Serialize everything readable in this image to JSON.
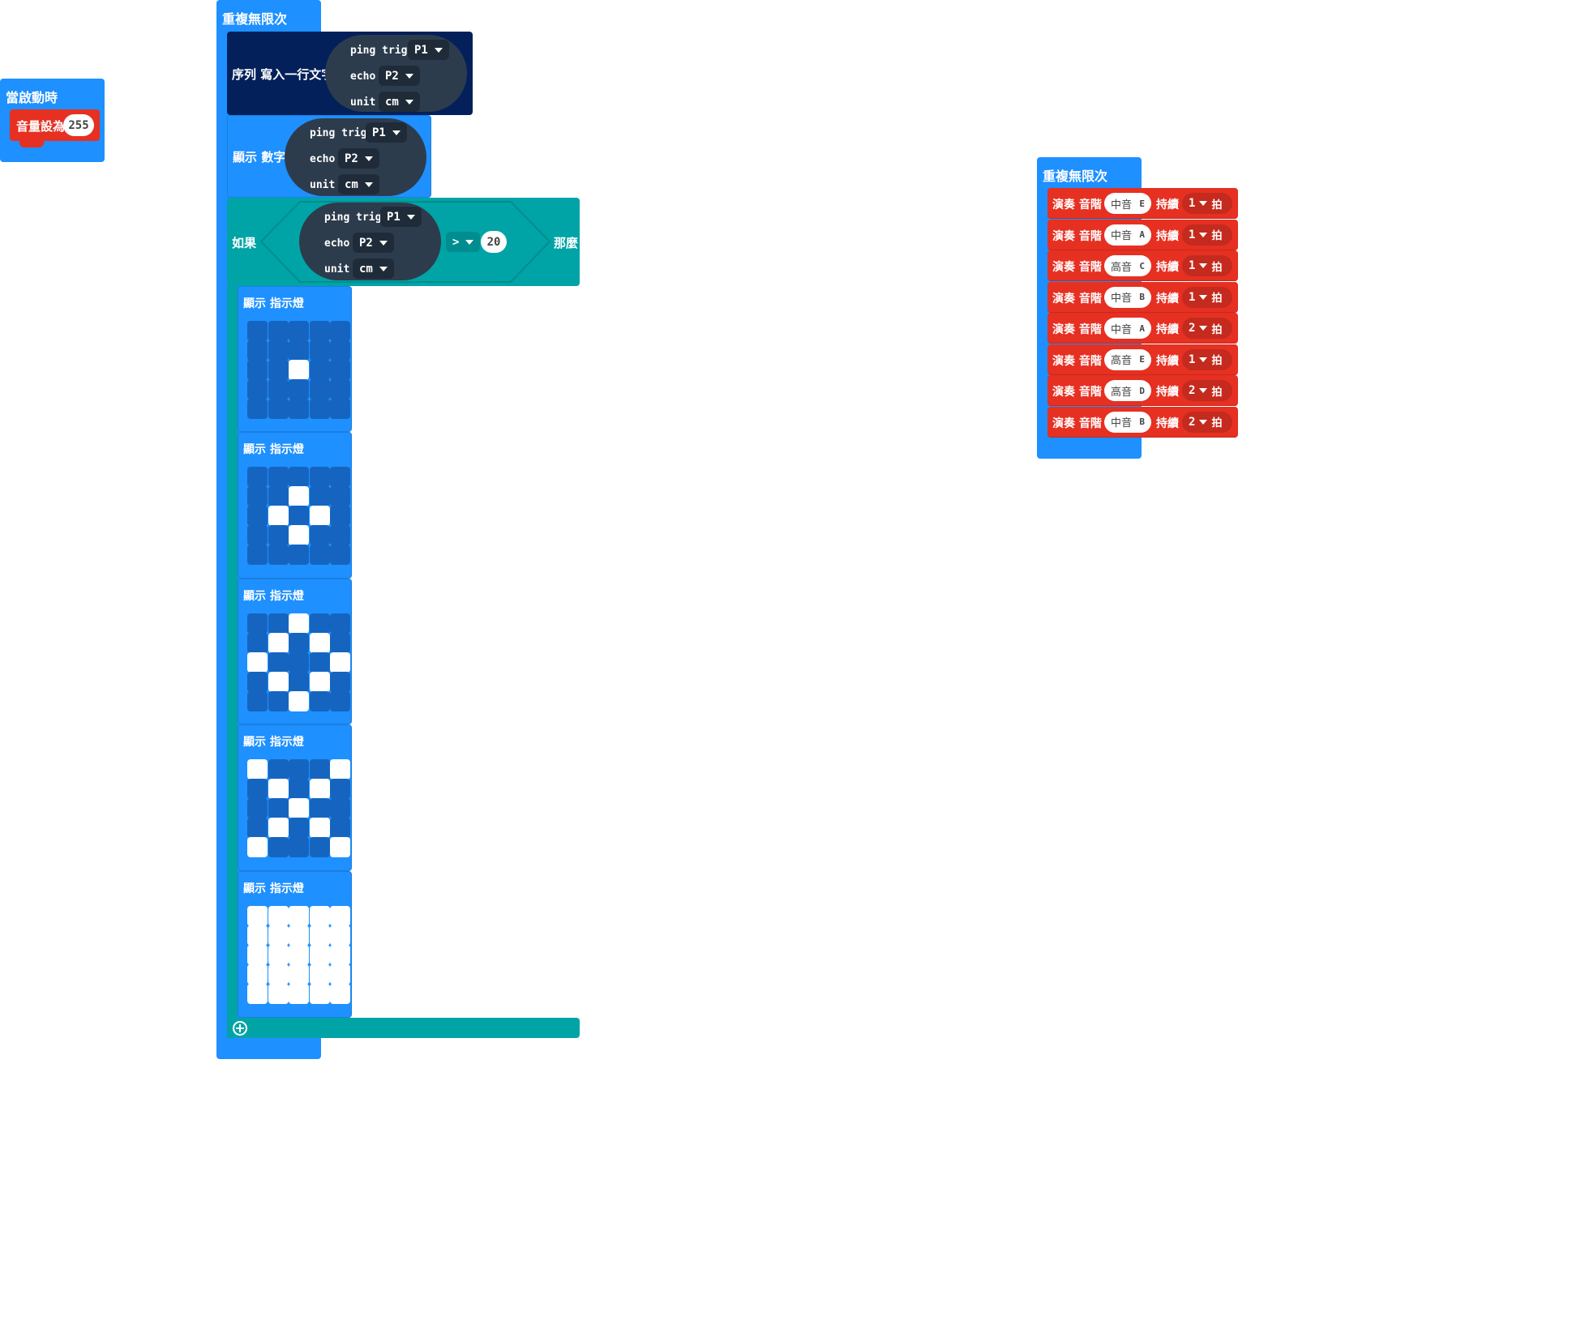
{
  "on_start": {
    "hat_label": "當啟動時",
    "set_volume_label": "音量設為",
    "volume_value": "255"
  },
  "forever_main": {
    "hat_label": "重複無限次",
    "serial": {
      "label": "序列 寫入一行文字"
    },
    "show_number": {
      "label": "顯示 數字"
    },
    "ping": {
      "trig_label": "ping trig",
      "trig_pin": "P1",
      "echo_label": "echo",
      "echo_pin": "P2",
      "unit_label": "unit",
      "unit_value": "cm"
    },
    "if": {
      "label": "如果",
      "then_label": "那麼",
      "operator": ">",
      "compare_value": "20"
    },
    "show_leds_label": "顯示 指示燈",
    "led_patterns": [
      [
        [
          0,
          0,
          0,
          0,
          0
        ],
        [
          0,
          0,
          0,
          0,
          0
        ],
        [
          0,
          0,
          1,
          0,
          0
        ],
        [
          0,
          0,
          0,
          0,
          0
        ],
        [
          0,
          0,
          0,
          0,
          0
        ]
      ],
      [
        [
          0,
          0,
          0,
          0,
          0
        ],
        [
          0,
          0,
          1,
          0,
          0
        ],
        [
          0,
          1,
          0,
          1,
          0
        ],
        [
          0,
          0,
          1,
          0,
          0
        ],
        [
          0,
          0,
          0,
          0,
          0
        ]
      ],
      [
        [
          0,
          0,
          1,
          0,
          0
        ],
        [
          0,
          1,
          0,
          1,
          0
        ],
        [
          1,
          0,
          0,
          0,
          1
        ],
        [
          0,
          1,
          0,
          1,
          0
        ],
        [
          0,
          0,
          1,
          0,
          0
        ]
      ],
      [
        [
          1,
          0,
          0,
          0,
          1
        ],
        [
          0,
          1,
          0,
          1,
          0
        ],
        [
          0,
          0,
          1,
          0,
          0
        ],
        [
          0,
          1,
          0,
          1,
          0
        ],
        [
          1,
          0,
          0,
          0,
          1
        ]
      ],
      [
        [
          1,
          1,
          1,
          1,
          1
        ],
        [
          1,
          1,
          1,
          1,
          1
        ],
        [
          1,
          1,
          1,
          1,
          1
        ],
        [
          1,
          1,
          1,
          1,
          1
        ],
        [
          1,
          1,
          1,
          1,
          1
        ]
      ]
    ],
    "add_icon": "plus-circle-icon"
  },
  "forever_music": {
    "hat_label": "重複無限次",
    "play_label": "演奏 音階",
    "duration_label": "持續",
    "beat_label": "拍",
    "notes": [
      {
        "note_name": "中音",
        "note_letter": "E",
        "beats": "1"
      },
      {
        "note_name": "中音",
        "note_letter": "A",
        "beats": "1"
      },
      {
        "note_name": "高音",
        "note_letter": "C",
        "beats": "1"
      },
      {
        "note_name": "中音",
        "note_letter": "B",
        "beats": "1"
      },
      {
        "note_name": "中音",
        "note_letter": "A",
        "beats": "2"
      },
      {
        "note_name": "高音",
        "note_letter": "E",
        "beats": "1"
      },
      {
        "note_name": "高音",
        "note_letter": "D",
        "beats": "2"
      },
      {
        "note_name": "中音",
        "note_letter": "B",
        "beats": "2"
      }
    ]
  },
  "colors": {
    "basic_blue": "#1e90ff",
    "logic_teal": "#00a4a6",
    "music_red": "#e63022",
    "serial_navy": "#03205a",
    "sonar_dark": "#2d3c4d"
  }
}
